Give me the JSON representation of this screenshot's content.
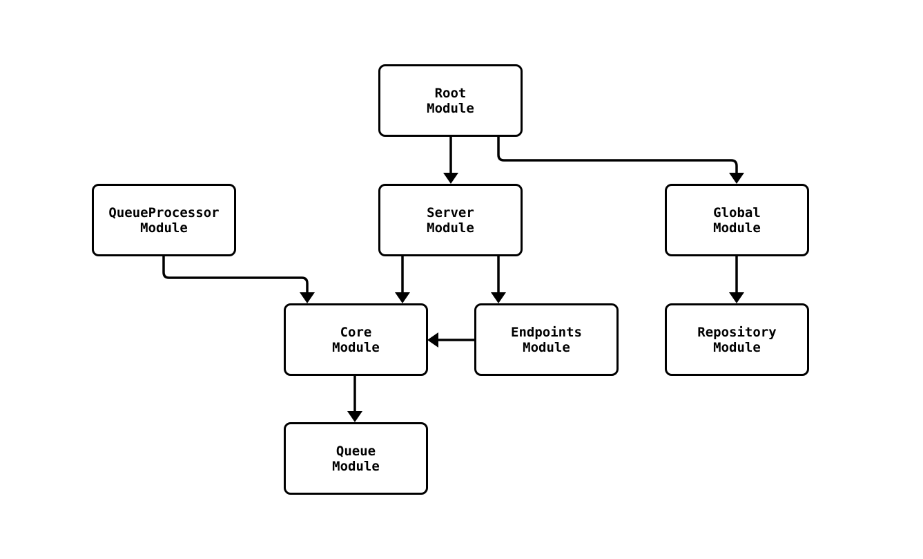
{
  "diagram": {
    "background_color": "#ffffff",
    "line_color": "#000000",
    "node_fill_color": "#ffffff",
    "nodes": {
      "root": {
        "label": "Root\nModule"
      },
      "queueprocessor": {
        "label": "QueueProcessor\nModule"
      },
      "server": {
        "label": "Server\nModule"
      },
      "global": {
        "label": "Global\nModule"
      },
      "core": {
        "label": "Core\nModule"
      },
      "endpoints": {
        "label": "Endpoints\nModule"
      },
      "repository": {
        "label": "Repository\nModule"
      },
      "queue": {
        "label": "Queue\nModule"
      }
    },
    "edges": [
      {
        "from": "Root Module",
        "to": "Server Module"
      },
      {
        "from": "Root Module",
        "to": "Global Module"
      },
      {
        "from": "QueueProcessor Module",
        "to": "Core Module"
      },
      {
        "from": "Server Module",
        "to": "Core Module"
      },
      {
        "from": "Server Module",
        "to": "Endpoints Module"
      },
      {
        "from": "Endpoints Module",
        "to": "Core Module"
      },
      {
        "from": "Global Module",
        "to": "Repository Module"
      },
      {
        "from": "Core Module",
        "to": "Queue Module"
      }
    ]
  }
}
